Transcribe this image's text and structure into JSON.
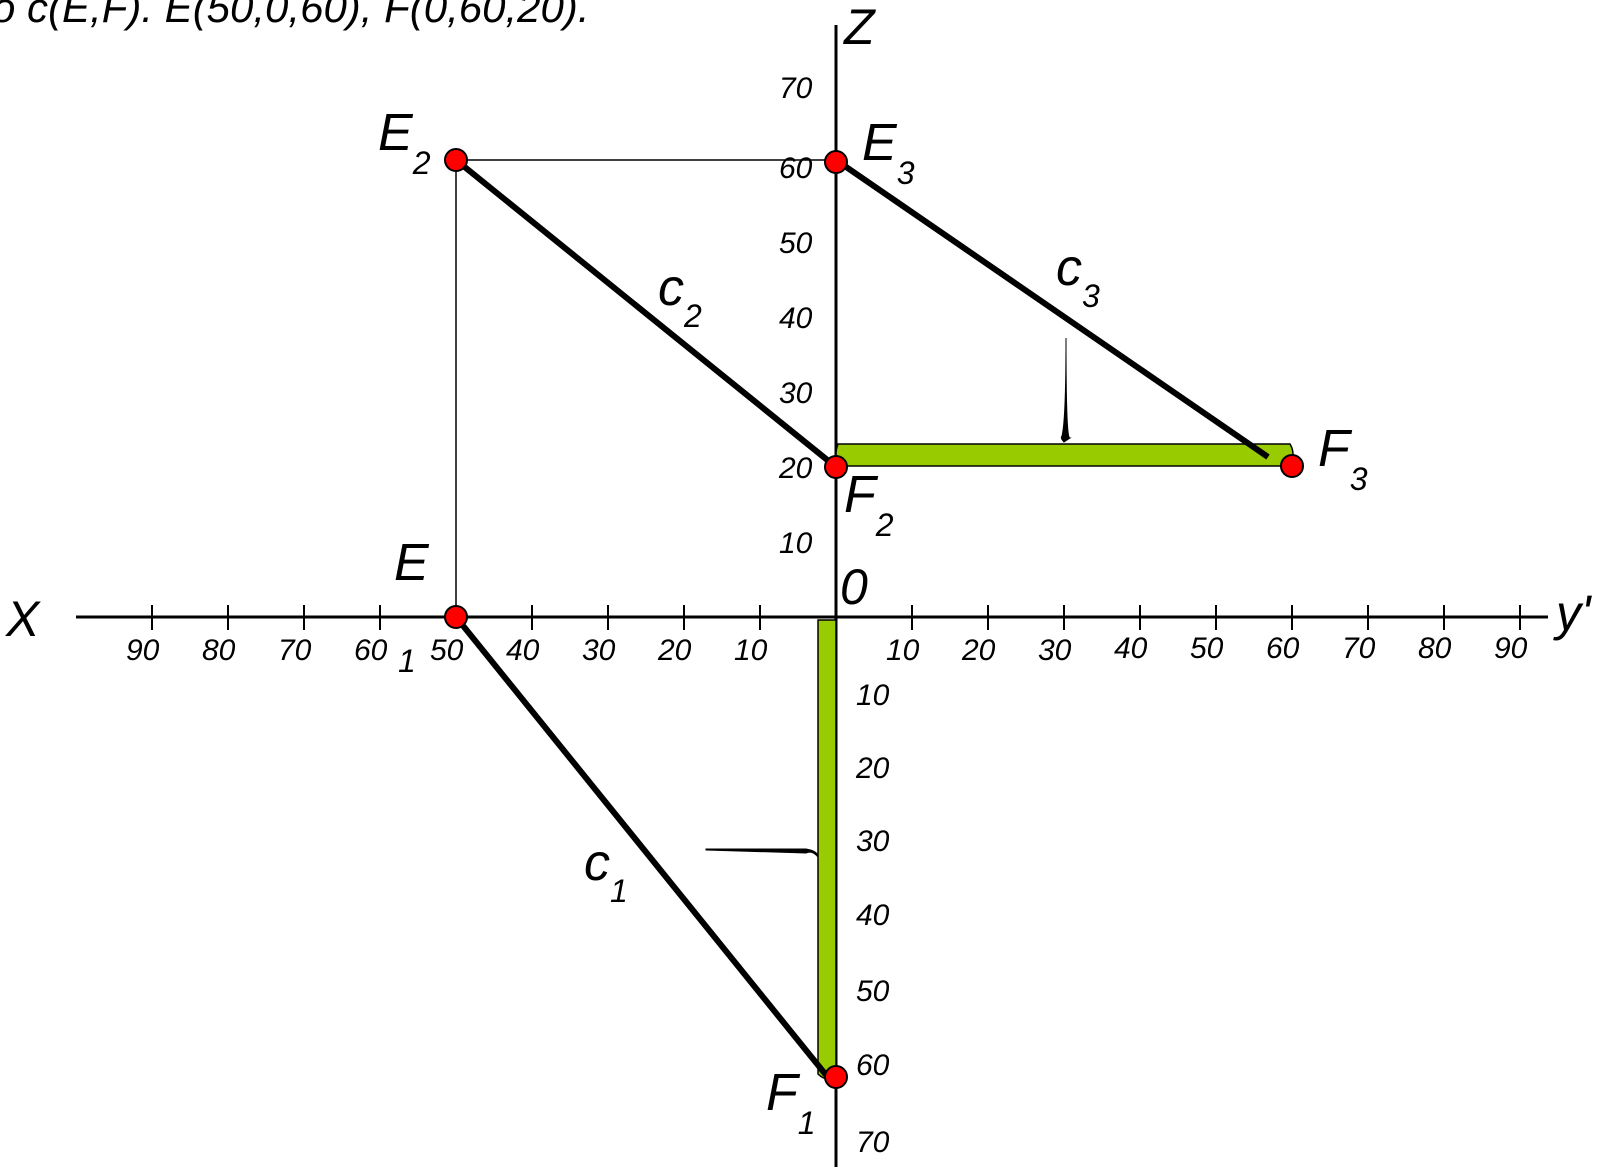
{
  "title": "o c(E,F). E(50,0,60), F(0,60,20).",
  "axes": {
    "x_name": "X",
    "y_name": "y'",
    "z_name": "Z",
    "origin_label": "0",
    "x_ticks": [
      "90",
      "80",
      "70",
      "60",
      "50",
      "40",
      "30",
      "20",
      "10"
    ],
    "y_ticks": [
      "10",
      "20",
      "30",
      "40",
      "50",
      "60",
      "70",
      "80",
      "90"
    ],
    "z_ticks": [
      "10",
      "20",
      "30",
      "40",
      "50",
      "60",
      "70"
    ],
    "y_down_ticks": [
      "10",
      "20",
      "30",
      "40",
      "50",
      "60",
      "70"
    ]
  },
  "projections": {
    "E2": {
      "letter": "E",
      "index": "2"
    },
    "E3": {
      "letter": "E",
      "index": "3"
    },
    "F2": {
      "letter": "F",
      "index": "2"
    },
    "F3": {
      "letter": "F",
      "index": "3"
    },
    "F1": {
      "letter": "F",
      "index": "1"
    },
    "E1": {
      "letter": "E",
      "index": "1"
    }
  },
  "segments": {
    "c1": {
      "letter": "c",
      "index": "1"
    },
    "c2": {
      "letter": "c",
      "index": "2"
    },
    "c3": {
      "letter": "c",
      "index": "3"
    }
  },
  "colors": {
    "point_fill": "#ff0000",
    "highlight": "#99cc00",
    "line": "#000000"
  }
}
